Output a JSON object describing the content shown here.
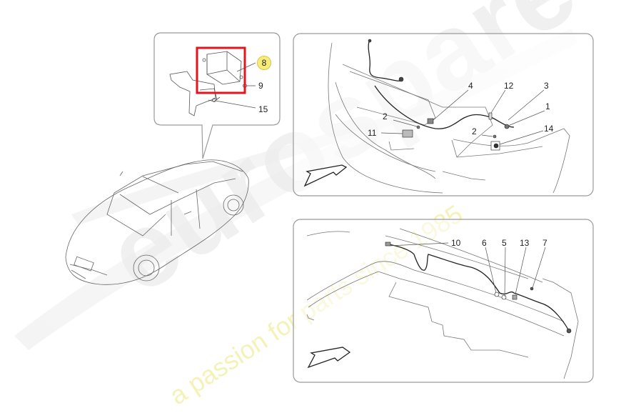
{
  "diagram": {
    "subject": "Parking sensor system parts diagram (sedan)",
    "colors": {
      "line": "#555555",
      "panel_border": "#9a9a9a",
      "highlight_box": "#e3141c",
      "highlight_badge": "#f7ec7a",
      "watermark_gray": "#efefef",
      "watermark_yellow": "#f4f2b0"
    },
    "callout_panel": {
      "name": "control-unit-detail",
      "labels": [
        {
          "id": "8",
          "text": "8",
          "highlighted": true
        },
        {
          "id": "9",
          "text": "9"
        },
        {
          "id": "15",
          "text": "15"
        }
      ]
    },
    "front_panel": {
      "name": "front-bumper-detail",
      "labels": [
        {
          "id": "4",
          "text": "4"
        },
        {
          "id": "12",
          "text": "12"
        },
        {
          "id": "3",
          "text": "3"
        },
        {
          "id": "1",
          "text": "1"
        },
        {
          "id": "2a",
          "text": "2"
        },
        {
          "id": "2b",
          "text": "2"
        },
        {
          "id": "11",
          "text": "11"
        },
        {
          "id": "14",
          "text": "14"
        }
      ],
      "direction_arrow": "arrow-down-left-icon"
    },
    "rear_panel": {
      "name": "rear-bumper-detail",
      "labels": [
        {
          "id": "10",
          "text": "10"
        },
        {
          "id": "6",
          "text": "6"
        },
        {
          "id": "5",
          "text": "5"
        },
        {
          "id": "13",
          "text": "13"
        },
        {
          "id": "7",
          "text": "7"
        }
      ],
      "direction_arrow": "arrow-down-left-icon"
    },
    "watermark": {
      "brand": "eurospares",
      "tagline": "a passion for parts since 1985"
    }
  }
}
